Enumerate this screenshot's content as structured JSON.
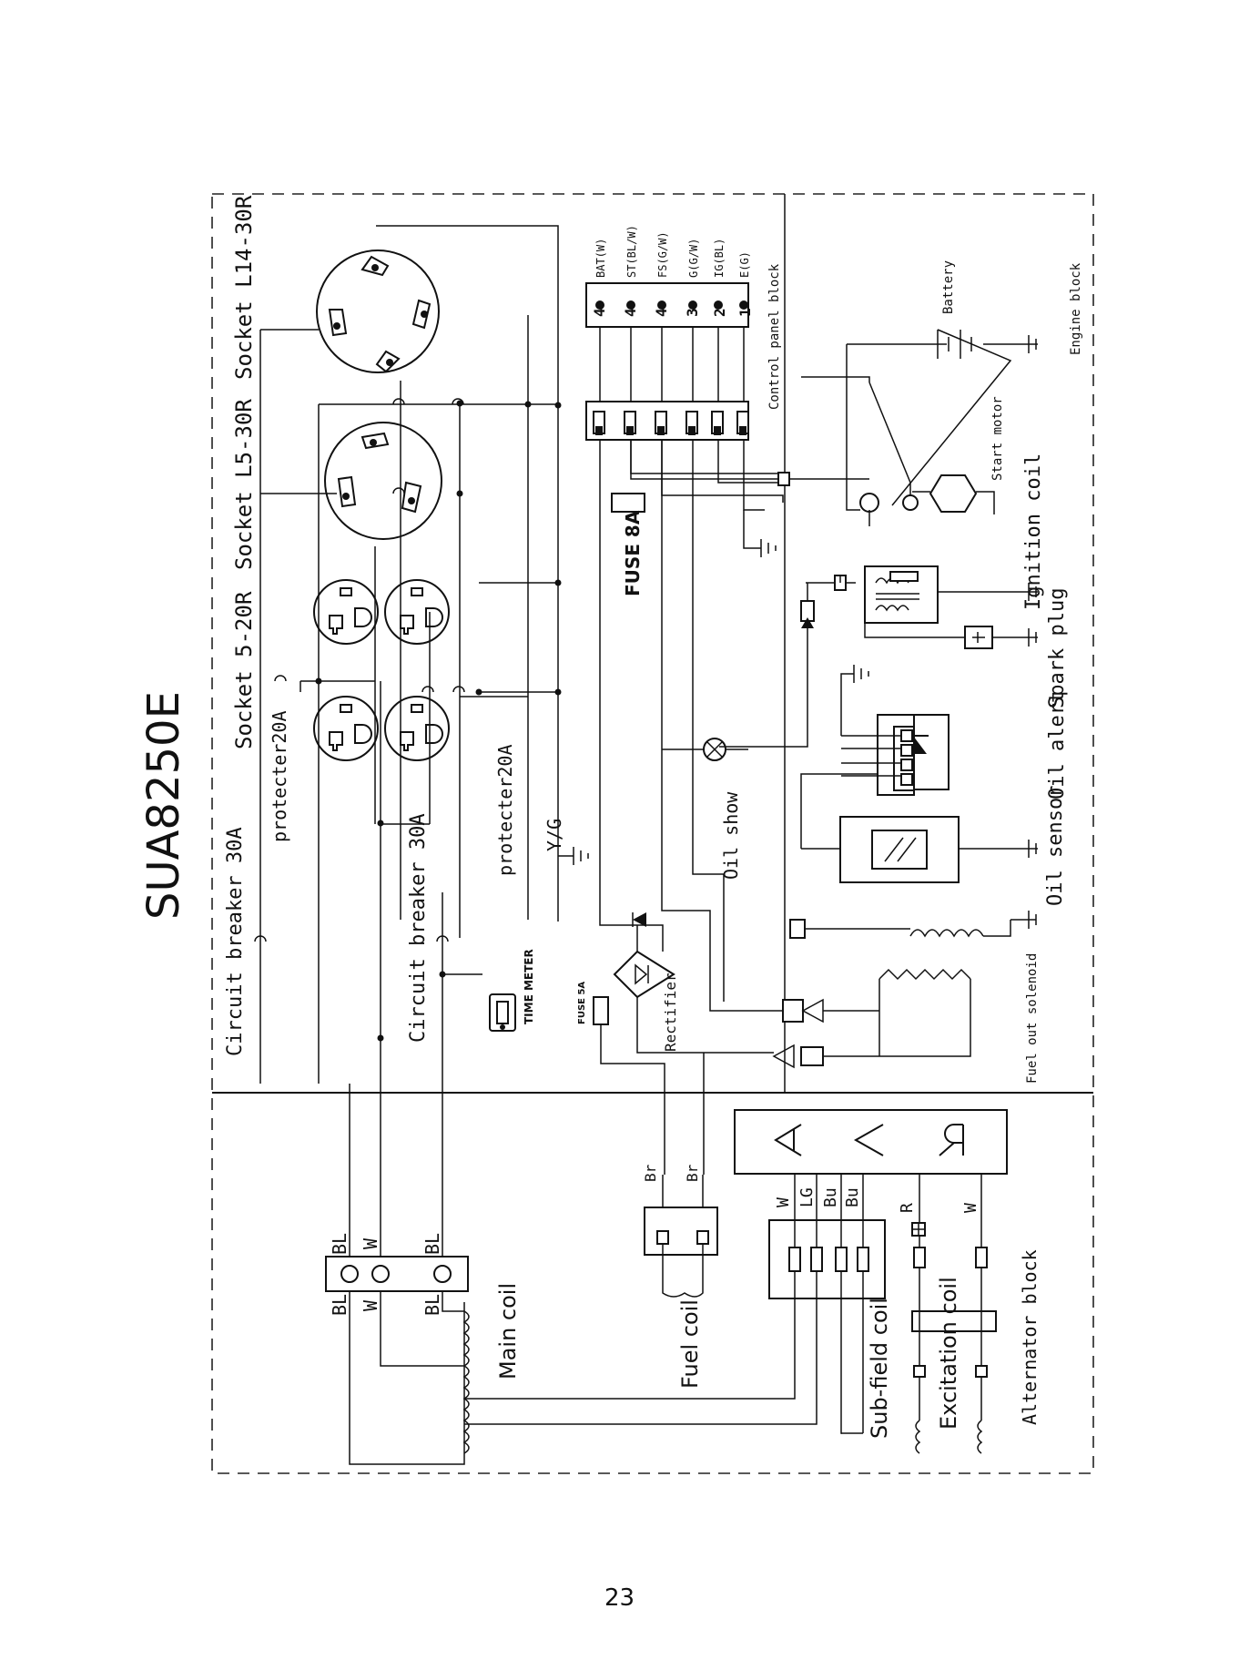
{
  "title": "SUA8250E",
  "page_number": "23",
  "blocks": {
    "control_panel": "Control panel block",
    "engine": "Engine block",
    "alternator": "Alternator block"
  },
  "terminals": [
    {
      "label": "BAT(W)",
      "num": "4"
    },
    {
      "label": "ST(BL/W)",
      "num": "4"
    },
    {
      "label": "FS(G/W)",
      "num": "4"
    },
    {
      "label": "G(G/W)",
      "num": "3"
    },
    {
      "label": "IG(BL)",
      "num": "2"
    },
    {
      "label": "E(G)",
      "num": "1"
    }
  ],
  "sockets": {
    "l14": "Socket L14-30R",
    "l5": "Socket L5-30R",
    "s520": "Socket 5-20R"
  },
  "components": {
    "protecter_a": "protecter20A",
    "protecter_b": "protecter20A",
    "breaker_a": "Circuit breaker 30A",
    "breaker_b": "Circuit breaker 30A",
    "time_meter": "TIME METER",
    "fuse_5a": "FUSE 5A",
    "rectifier": "Rectifier",
    "yg": "Y/G",
    "fuse_8a": "FUSE 8A",
    "oil_show": "Oil show",
    "oil_alert": "Oil alert",
    "oil_sensor": "Oil sensor",
    "spark_plug": "Spark plug",
    "ignition_coil": "Ignition coil",
    "battery": "Battery",
    "start_motor": "Start motor",
    "fuel_solenoid": "Fuel out solenoid",
    "main_coil": "Main coil",
    "fuel_coil": "Fuel coil",
    "subfield_coil": "Sub-field coil",
    "excitation_coil": "Excitation coil"
  },
  "wire_labels": {
    "bl_top1": "BL",
    "w_top": "W",
    "bl_top2": "BL",
    "bl_bot1": "BL",
    "w_bot": "W",
    "bl_bot2": "BL",
    "br1": "Br",
    "br2": "Br",
    "w_avr": "W",
    "lg": "LG",
    "bu1": "Bu",
    "bu2": "Bu",
    "r": "R",
    "w_exc": "W"
  }
}
